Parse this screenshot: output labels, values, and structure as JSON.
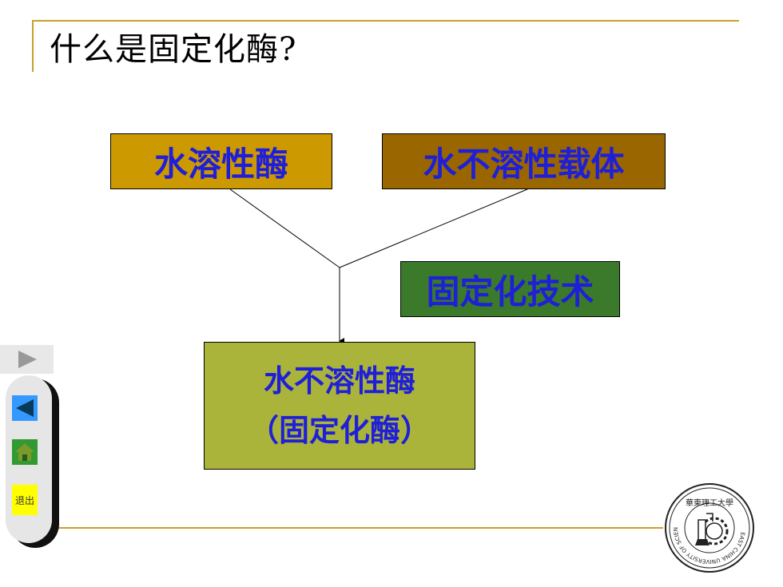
{
  "slide": {
    "title": "什么是固定化酶?"
  },
  "diagram": {
    "box_enzyme": "水溶性酶",
    "box_carrier": "水不溶性载体",
    "box_technique": "固定化技术",
    "result_line1": "水不溶性酶",
    "result_line2": "（固定化酶）"
  },
  "nav": {
    "exit_label": "退出",
    "next_icon": "triangle-right-icon",
    "prev_icon": "triangle-left-icon",
    "home_icon": "home-icon"
  },
  "logo": {
    "top_text": "華東理工大學",
    "ring_text": "EAST CHINA UNIVERSITY OF SCIENCE AND TECHNOLOGY"
  },
  "colors": {
    "rule": "#C8A02A",
    "box_enzyme": "#CC9900",
    "box_carrier": "#996600",
    "box_technique": "#3A7A2A",
    "box_result": "#AAB43A",
    "label_text": "#1F1FD8"
  }
}
